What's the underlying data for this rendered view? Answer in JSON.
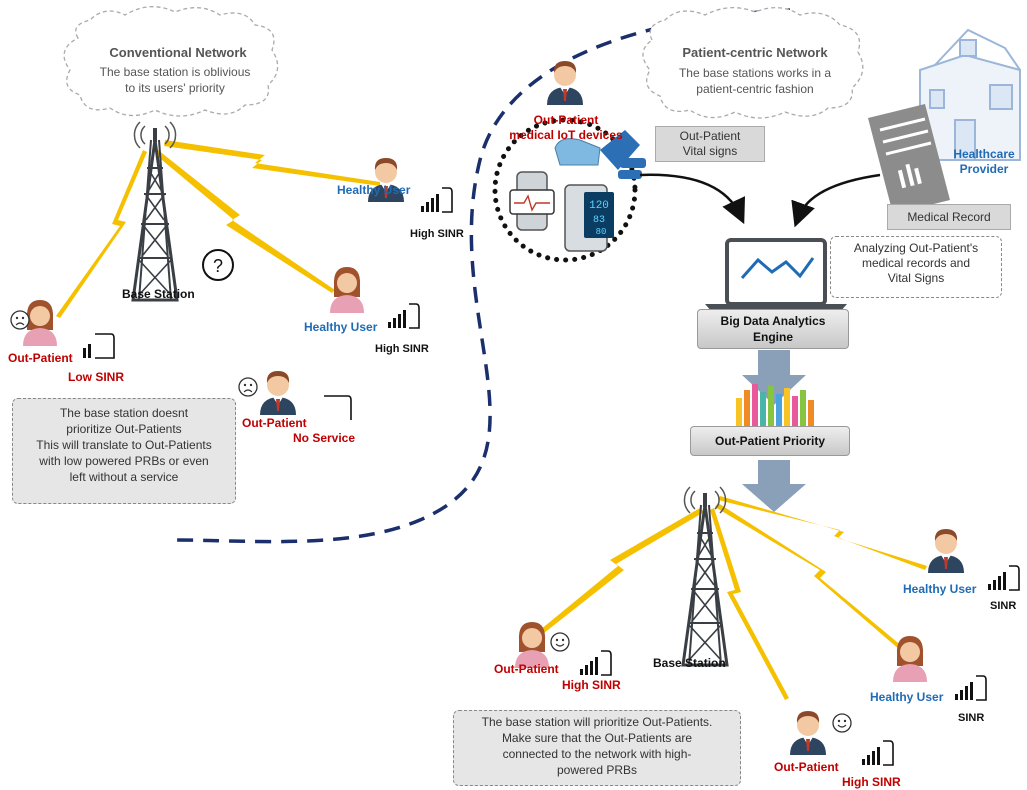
{
  "conventional": {
    "title": "Conventional Network",
    "text_line1": "The base station is oblivious",
    "text_line2": "to its users' priority",
    "base_station": "Base Station",
    "users": {
      "healthy1": {
        "name": "Healthy User",
        "signal": "High SINR"
      },
      "healthy2": {
        "name": "Healthy User",
        "signal": "High SINR"
      },
      "outpatient1": {
        "name": "Out-Patient",
        "signal": "Low SINR"
      },
      "outpatient2": {
        "name": "Out-Patient",
        "signal": "No Service"
      }
    },
    "note_lines": [
      "The base station doesnt",
      "prioritize Out-Patients",
      "This will translate to Out-Patients",
      "with low powered PRBs or even",
      "left without a service"
    ]
  },
  "patient_centric": {
    "title": "Patient-centric Network",
    "text_line1": "The base stations works in a",
    "text_line2": "patient-centric fashion",
    "devices_line1": "Out-Patient",
    "devices_line2": "medical IoT devices",
    "vitals_line1": "Out-Patient",
    "vitals_line2": "Vital signs",
    "provider_line1": "Healthcare",
    "provider_line2": "Provider",
    "medical_record": "Medical Record",
    "analyzing_lines": [
      "Analyzing Out-Patient's",
      "medical records and",
      "Vital Signs"
    ],
    "engine_line1": "Big Data Analytics",
    "engine_line2": "Engine",
    "priority": "Out-Patient Priority",
    "bp_values": [
      "120",
      "83",
      "80"
    ],
    "base_station": "Base Station",
    "users": {
      "healthy1": {
        "name": "Healthy User",
        "signal": "SINR"
      },
      "healthy2": {
        "name": "Healthy User",
        "signal": "SINR"
      },
      "outpatient1": {
        "name": "Out-Patient",
        "signal": "High SINR"
      },
      "outpatient2": {
        "name": "Out-Patient",
        "signal": "High SINR"
      }
    },
    "note_lines": [
      "The base station will prioritize Out-Patients.",
      "Make sure that the Out-Patients are",
      "connected to the network with high-",
      "powered PRBs"
    ]
  },
  "colors": {
    "lightning": "#f5c000",
    "divider": "#1a2f6b",
    "red": "#c00000",
    "blue": "#1f6bb5",
    "arrow": "#8aa0b8"
  }
}
